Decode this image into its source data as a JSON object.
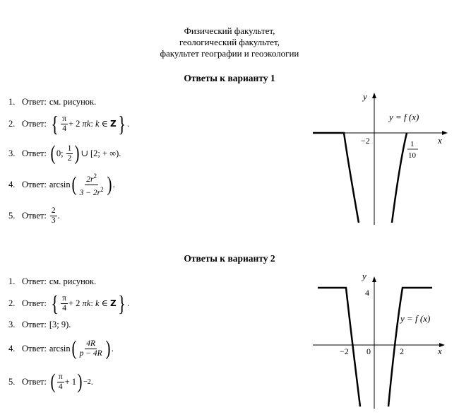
{
  "header": {
    "line1": "Физический факультет,",
    "line2": "геологический факультет,",
    "line3": "факультет географии и геоэкологии"
  },
  "variant1": {
    "title": "Ответы к варианту 1",
    "answers": [
      {
        "num": "1.",
        "label": "Ответ:",
        "text": "см. рисунок."
      },
      {
        "num": "2.",
        "label": "Ответ:",
        "pi": "π",
        "four": "4",
        "plus": "+ 2",
        "pik": "πk",
        "colon": ":",
        "k": "k",
        "in": "∈",
        "Z": "Z",
        "dot": "."
      },
      {
        "num": "3.",
        "label": "Ответ:",
        "zero": "0;",
        "one": "1",
        "two": "2",
        "rest": "∪ [2; + ∞)",
        "dot": "."
      },
      {
        "num": "4.",
        "label": "Ответ:",
        "func": "arcsin",
        "num_top": "2r",
        "exp": "2",
        "den": "3 − 2r",
        "dot": "."
      },
      {
        "num": "5.",
        "label": "Ответ:",
        "top": "2",
        "bottom": "3",
        "dot": "."
      }
    ],
    "graph": {
      "y_label": "y",
      "x_label": "x",
      "func_label": "y = f (x)",
      "tick_neg": "−2",
      "tick_frac_num": "1",
      "tick_frac_den": "10"
    }
  },
  "variant2": {
    "title": "Ответы к варианту 2",
    "answers": [
      {
        "num": "1.",
        "label": "Ответ:",
        "text": "см. рисунок."
      },
      {
        "num": "2.",
        "label": "Ответ:",
        "pi": "π",
        "four": "4",
        "plus": "+ 2",
        "pik": "πk",
        "colon": ":",
        "k": "k",
        "in": "∈",
        "Z": "Z",
        "dot": "."
      },
      {
        "num": "3.",
        "label": "Ответ:",
        "text": "[3; 9)",
        "dot": "."
      },
      {
        "num": "4.",
        "label": "Ответ:",
        "func": "arcsin",
        "top": "4R",
        "bottom": "p − 4R",
        "dot": "."
      },
      {
        "num": "5.",
        "label": "Ответ:",
        "pi": "π",
        "four": "4",
        "plus": "+ 1",
        "exp": "−2",
        "dot": "."
      }
    ],
    "graph": {
      "y_label": "y",
      "x_label": "x",
      "func_label": "y = f (x)",
      "tick_y4": "4",
      "tick_neg": "−2",
      "tick_zero": "0",
      "tick_pos": "2"
    }
  }
}
